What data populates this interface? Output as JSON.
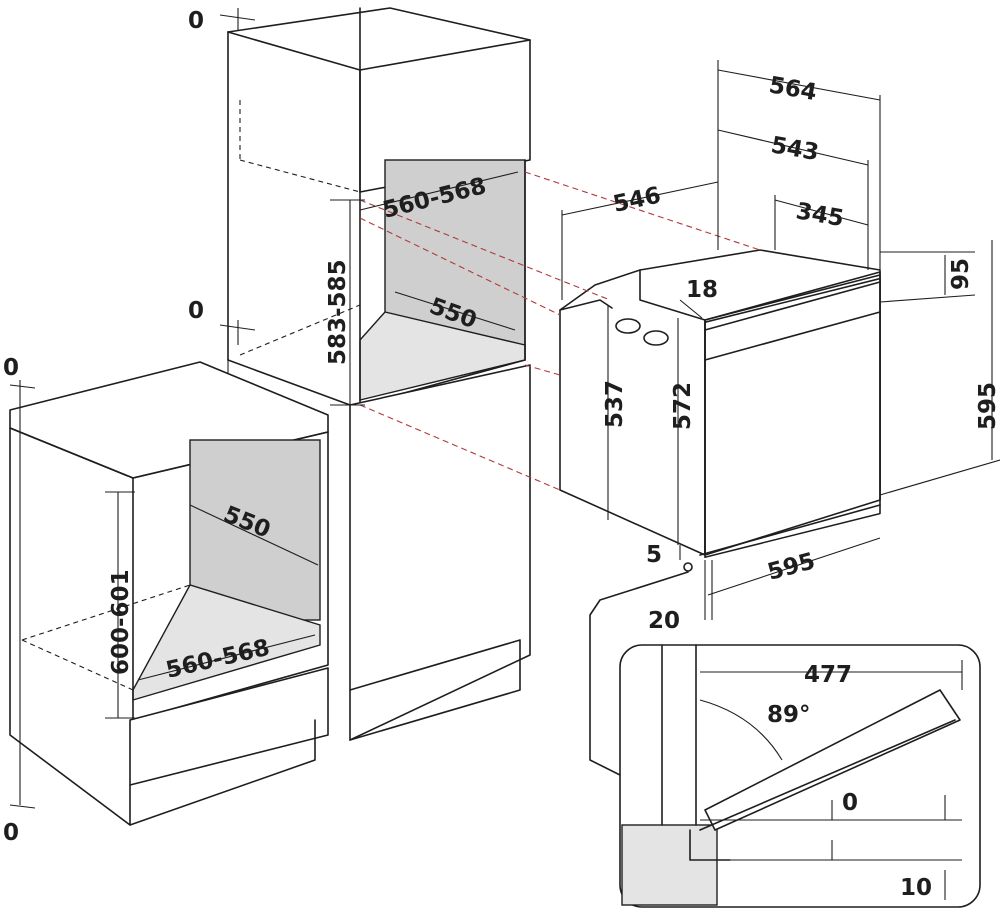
{
  "dimensions": {
    "tall_top_zero": "0",
    "tall_mid_zero": "0",
    "base_left_zero_top": "0",
    "base_left_zero_bottom": "0",
    "tall_niche_width": "560-568",
    "tall_niche_height": "583-585",
    "tall_niche_depth": "550",
    "base_niche_depth": "550",
    "base_niche_height": "600-601",
    "base_niche_width": "560-568",
    "oven_depth_total": "564",
    "oven_depth_body": "543",
    "oven_depth_side": "546",
    "oven_depth_top": "345",
    "oven_top_offset": "18",
    "oven_panel_height": "95",
    "oven_height": "595",
    "oven_body_height_back": "537",
    "oven_body_height_front": "572",
    "oven_bottom_gap": "5",
    "oven_width": "595",
    "oven_door_thickness": "20",
    "door_open_reach": "477",
    "door_open_angle": "89°",
    "detail_zero": "0",
    "detail_ten": "10"
  },
  "colors": {
    "line": "#1e1e1e",
    "niche_fill": "#cfcfcf",
    "guide_dashes": "#b03a3a"
  }
}
